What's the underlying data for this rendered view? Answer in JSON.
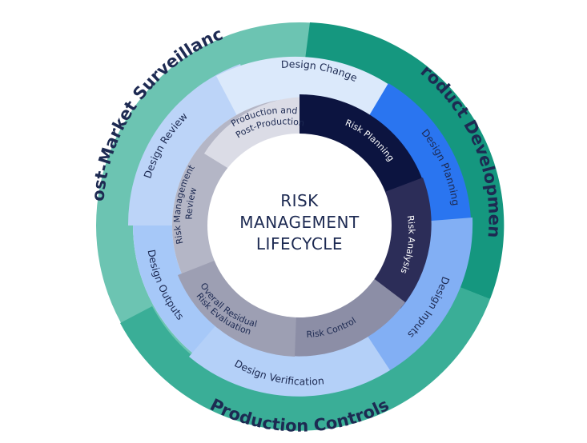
{
  "center": {
    "line1": "RISK",
    "line2": "MANAGEMENT",
    "line3": "LIFECYCLE"
  },
  "outer_ring": {
    "post_market": "Post-Market Surveillance",
    "product_development": "Product Development",
    "production_controls": "Production Controls"
  },
  "middle_ring": {
    "design_change": "Design Change",
    "design_planning": "Design Planning",
    "design_inputs": "Design Inputs",
    "design_verification": "Design Verification",
    "design_outputs": "Design Outputs",
    "design_review": "Design Review"
  },
  "inner_ring": {
    "risk_planning": "Risk Planning",
    "risk_analysis": "Risk Analysis",
    "risk_control": "Risk Control",
    "overall_line1": "Overall Residual",
    "overall_line2": "Risk Evaluation",
    "rmr_line1": "Risk Management",
    "rmr_line2": "Review",
    "ppp_line1": "Production and",
    "ppp_line2": "Post-Production"
  },
  "colors": {
    "outer_light": "#6cc4b2",
    "outer_dark": "#15977f",
    "outer_mid": "#3aae97",
    "design_change": "#dbe9fb",
    "design_planning": "#2a75f0",
    "design_inputs": "#82aff4",
    "design_verification": "#b4d0f8",
    "design_outputs": "#a6c8f8",
    "design_review": "#bcd4f8",
    "risk_planning": "#0c1440",
    "risk_analysis": "#2c2d58",
    "risk_control": "#8c8ea6",
    "overall": "#9d9fb3",
    "rmr": "#b4b6c6",
    "ppp": "#dbdce6",
    "text_dark": "#1d2a52"
  }
}
